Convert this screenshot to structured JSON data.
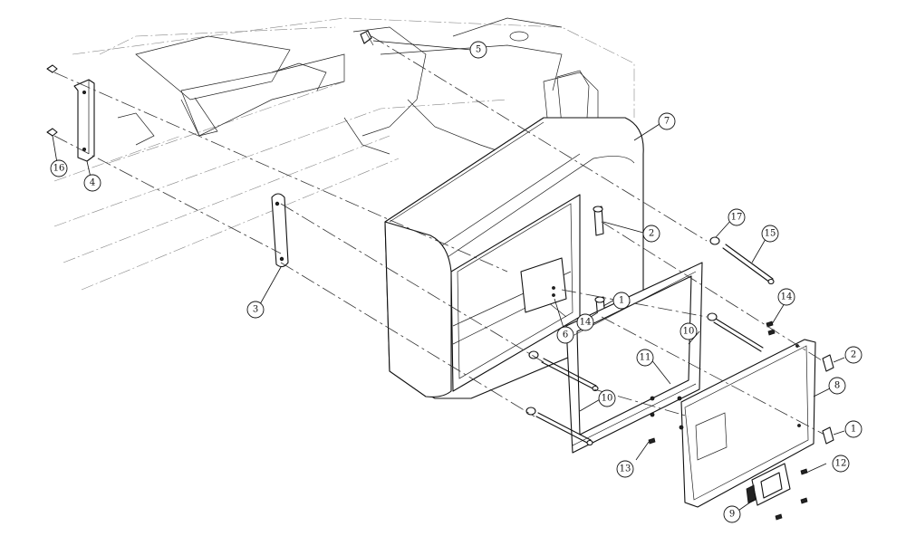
{
  "callouts": [
    {
      "id": "c5",
      "label": "5"
    },
    {
      "id": "c7",
      "label": "7"
    },
    {
      "id": "c16",
      "label": "16"
    },
    {
      "id": "c4",
      "label": "4"
    },
    {
      "id": "c2a",
      "label": "2"
    },
    {
      "id": "c17",
      "label": "17"
    },
    {
      "id": "c15",
      "label": "15"
    },
    {
      "id": "c3",
      "label": "3"
    },
    {
      "id": "c6",
      "label": "6"
    },
    {
      "id": "c14a",
      "label": "14"
    },
    {
      "id": "c1a",
      "label": "1"
    },
    {
      "id": "c10a",
      "label": "10"
    },
    {
      "id": "c11",
      "label": "11"
    },
    {
      "id": "c14b",
      "label": "14"
    },
    {
      "id": "c2b",
      "label": "2"
    },
    {
      "id": "c8",
      "label": "8"
    },
    {
      "id": "c1b",
      "label": "1"
    },
    {
      "id": "c10b",
      "label": "10"
    },
    {
      "id": "c12",
      "label": "12"
    },
    {
      "id": "c13",
      "label": "13"
    },
    {
      "id": "c9",
      "label": "9"
    }
  ]
}
